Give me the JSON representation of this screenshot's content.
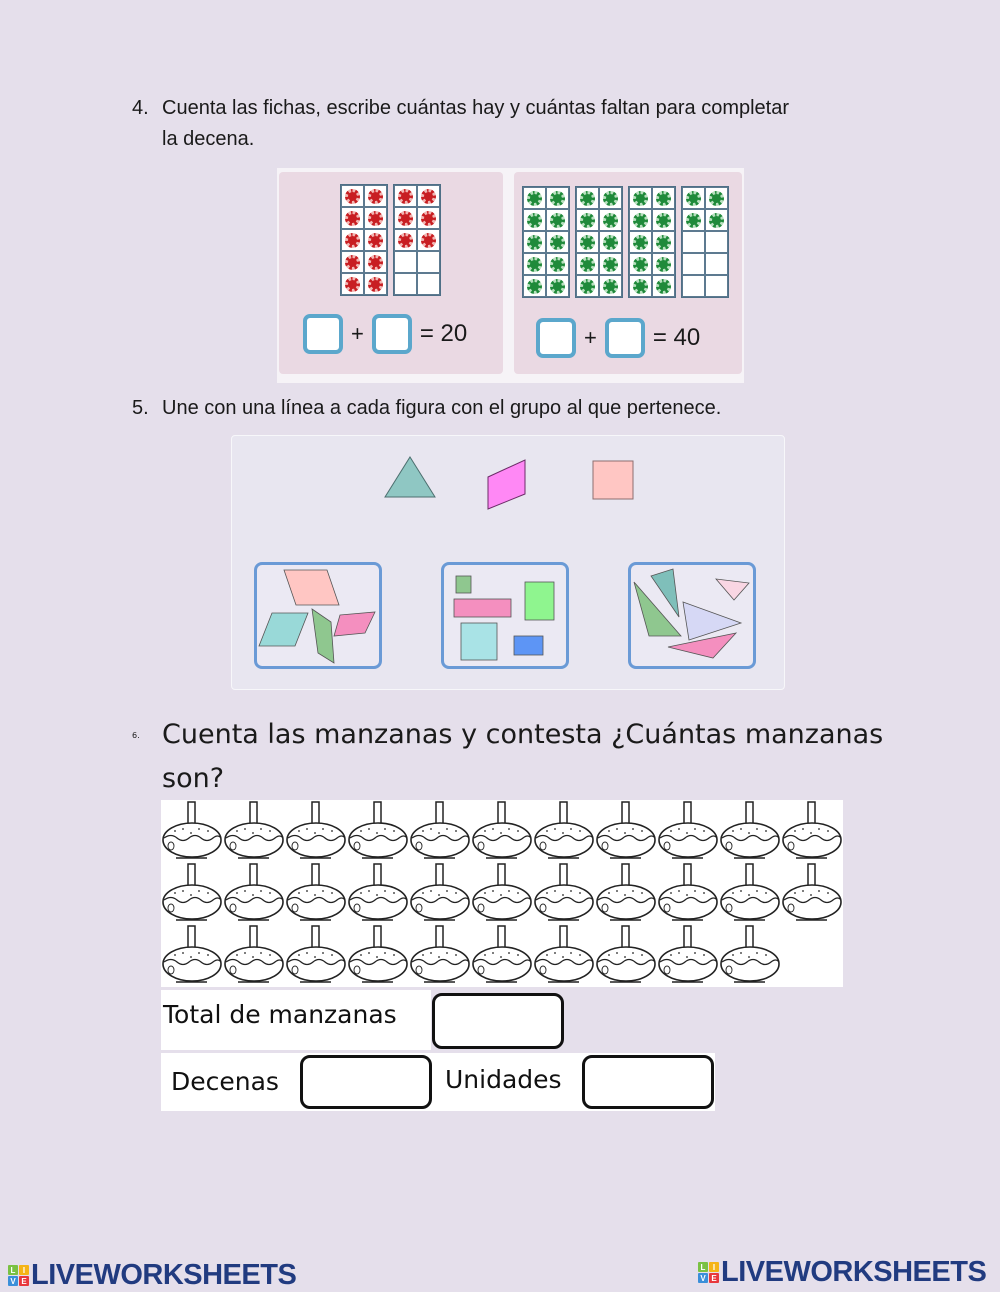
{
  "q4": {
    "number": "4.",
    "text_line1": "Cuenta las fichas, escribe cuántas hay y cuántas faltan para completar",
    "text_line2": "la decena.",
    "panels": [
      {
        "color": "red",
        "frames": [
          10,
          6
        ],
        "equation_result": "= 20",
        "plus": "+"
      },
      {
        "color": "green",
        "frames": [
          10,
          10,
          10,
          4
        ],
        "equation_result": "= 40",
        "plus": "+"
      }
    ]
  },
  "q5": {
    "number": "5.",
    "text": "Une con una línea a cada figura con el grupo al que pertenece.",
    "shapes": [
      "triangle",
      "rhombus",
      "square"
    ],
    "groups": [
      "quadrilaterals-group",
      "rectangles-group",
      "triangles-group"
    ]
  },
  "q6": {
    "number": "6.",
    "text_line1": "Cuenta las manzanas y contesta ¿Cuántas manzanas",
    "text_line2": "son?",
    "apple_rows": [
      11,
      11,
      10
    ],
    "total_label": "Total de manzanas",
    "tens_label": "Decenas",
    "units_label": "Unidades"
  },
  "footer": {
    "logo_left": "LIVEWORKSHEETS",
    "logo_right": "LIVEWORKSHEETS",
    "logo_icon_letters": [
      "L",
      "I",
      "V",
      "E"
    ]
  }
}
